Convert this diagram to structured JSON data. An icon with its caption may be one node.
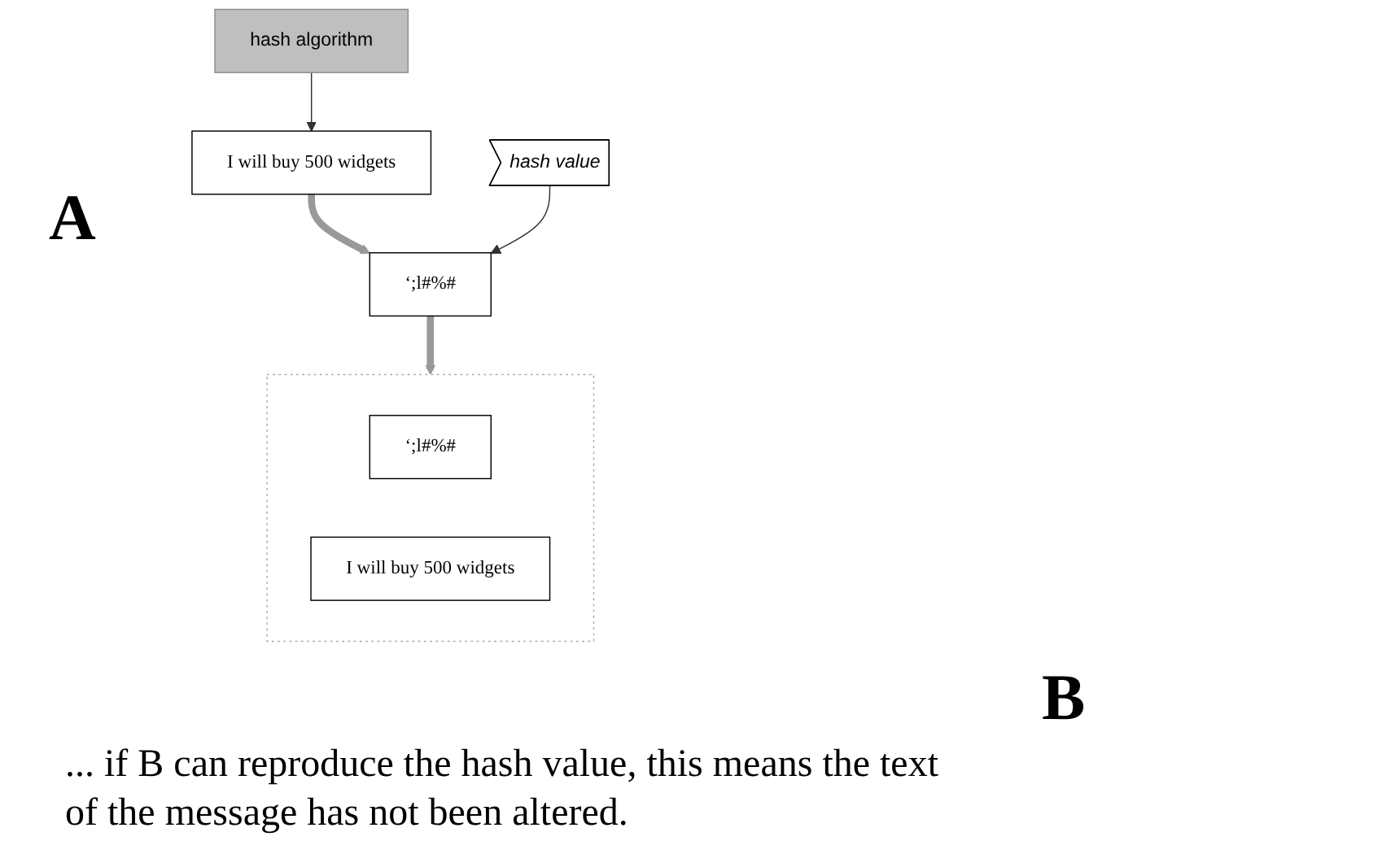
{
  "diagram": {
    "nodes": [
      {
        "text": [
          "hash algorithm"
        ]
      },
      {
        "text": [
          "I will buy 500 widgets"
        ]
      },
      {
        "text": [
          "hash value"
        ]
      },
      {
        "text": [
          "‘;l#%#"
        ]
      },
      {
        "text": [],
        "shape": "box"
      },
      {
        "text": [
          "‘;l#%#"
        ],
        "in": 4
      },
      {
        "text": [
          "I will buy 500 widgets"
        ],
        "in": 4
      }
    ],
    "edges": [
      {
        "from": 0,
        "to": 1,
        "arrow": "to"
      },
      {
        "from": 1,
        "to": 3,
        "arrow": "to",
        "style": "thick",
        "color": "#999999"
      },
      {
        "from": 2,
        "to": 3,
        "arrow": "to"
      },
      {
        "from": 3,
        "to": 4,
        "arrow": "to",
        "style": "thick",
        "color": "#999999"
      }
    ],
    "labels": [
      "A",
      "B",
      "... if B can reproduce the hash value, this means the text of the message has not been altered."
    ]
  }
}
